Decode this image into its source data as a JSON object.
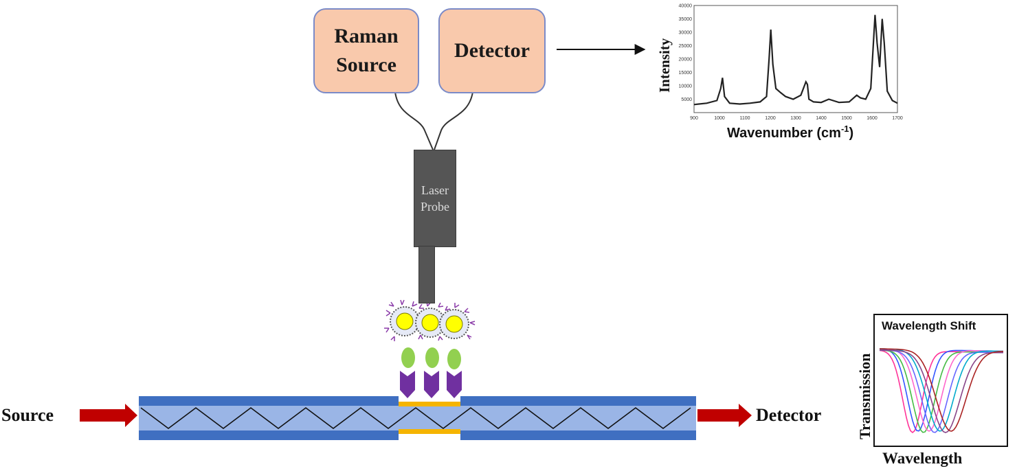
{
  "boxes": {
    "raman_source": "Raman\nSource",
    "detector": "Detector"
  },
  "probe": {
    "label": "Laser\nProbe"
  },
  "fiber": {
    "input_label": "Source",
    "output_label": "Detector"
  },
  "colors": {
    "box_fill": "#f9c9ac",
    "box_border": "#7a8ac8",
    "fiber_outer": "#3f6fc1",
    "fiber_core": "#9ab5e6",
    "arrow_red": "#c00000",
    "gold": "#f5b400",
    "purple": "#7030a0",
    "green": "#92d050",
    "yellow": "#ffff00"
  },
  "raman_chart": {
    "ylabel": "Intensity",
    "xlabel_main": "Wavenumber (cm",
    "xlabel_sup": "-1",
    "xlabel_end": ")"
  },
  "inset_chart": {
    "title": "Wavelength Shift",
    "ylabel": "Transmission",
    "xlabel": "Wavelength",
    "curve_colors": [
      "#ff3399",
      "#3355ff",
      "#44bb44",
      "#ff66cc",
      "#6666ff",
      "#00aacc",
      "#884488",
      "#aa2222"
    ]
  },
  "chart_data": {
    "type": "line",
    "xlabel": "Wavenumber (cm-1)",
    "ylabel": "Intensity",
    "xlim": [
      900,
      1700
    ],
    "ylim": [
      0,
      40000
    ],
    "x_ticks": [
      900,
      1000,
      1100,
      1200,
      1300,
      1400,
      1500,
      1600,
      1700
    ],
    "y_ticks": [
      5000,
      10000,
      15000,
      20000,
      25000,
      30000,
      35000,
      40000
    ],
    "y_tick_labels": [
      "5000",
      "10000",
      "15000",
      "20000",
      "25000",
      "30000",
      "35000",
      "40000"
    ],
    "grid": false,
    "series": [
      {
        "x": [
          900,
          950,
          990,
          1005,
          1012,
          1020,
          1040,
          1080,
          1120,
          1160,
          1185,
          1195,
          1202,
          1210,
          1222,
          1240,
          1260,
          1290,
          1320,
          1340,
          1346,
          1352,
          1370,
          1400,
          1430,
          1470,
          1510,
          1540,
          1555,
          1575,
          1595,
          1605,
          1612,
          1620,
          1630,
          1640,
          1648,
          1660,
          1680,
          1700
        ],
        "y": [
          3000,
          3500,
          4500,
          9000,
          13000,
          6000,
          3500,
          3200,
          3500,
          4000,
          6000,
          20000,
          31000,
          18000,
          9000,
          7500,
          6000,
          5000,
          6500,
          11500,
          10500,
          5000,
          4000,
          3800,
          5000,
          3800,
          4000,
          6500,
          5500,
          5000,
          9000,
          25000,
          36500,
          26000,
          17000,
          35000,
          26000,
          8000,
          4500,
          3500
        ]
      }
    ]
  }
}
